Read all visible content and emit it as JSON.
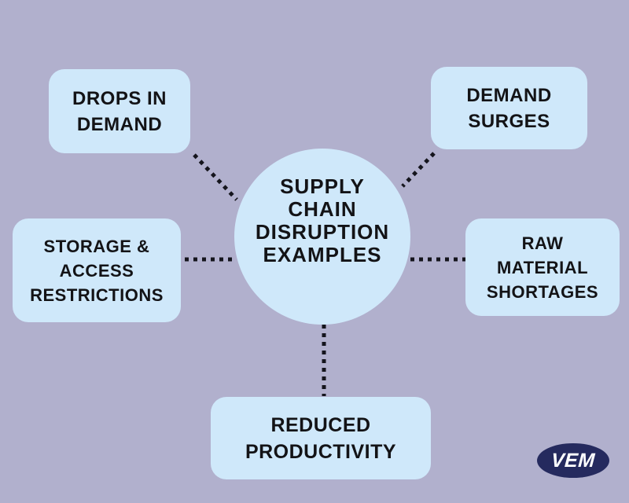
{
  "title": "Supply Chain Disruption Examples",
  "colors": {
    "background": "#b1b0cd",
    "node_fill": "#cfe8fa",
    "text": "#131316",
    "connector": "#15151d",
    "logo_bg": "#252a5e",
    "logo_text": "#ffffff"
  },
  "center": {
    "label": "SUPPLY CHAIN DISRUPTION EXAMPLES",
    "lines": [
      "SUPPLY",
      "CHAIN",
      "DISRUPTION",
      "EXAMPLES"
    ]
  },
  "nodes": [
    {
      "id": "drops-in-demand",
      "label": "DROPS IN DEMAND",
      "lines": [
        "DROPS IN",
        "DEMAND"
      ]
    },
    {
      "id": "demand-surges",
      "label": "DEMAND SURGES",
      "lines": [
        "DEMAND",
        "SURGES"
      ]
    },
    {
      "id": "storage-access-restrictions",
      "label": "STORAGE & ACCESS RESTRICTIONS",
      "lines": [
        "STORAGE &",
        "ACCESS",
        "RESTRICTIONS"
      ]
    },
    {
      "id": "raw-material-shortages",
      "label": "RAW MATERIAL SHORTAGES",
      "lines": [
        "RAW",
        "MATERIAL",
        "SHORTAGES"
      ]
    },
    {
      "id": "reduced-productivity",
      "label": "REDUCED PRODUCTIVITY",
      "lines": [
        "REDUCED",
        "PRODUCTIVITY"
      ]
    }
  ],
  "connectors": [
    {
      "from": "center",
      "to": "drops-in-demand",
      "style": "dotted"
    },
    {
      "from": "center",
      "to": "demand-surges",
      "style": "dotted"
    },
    {
      "from": "center",
      "to": "storage-access-restrictions",
      "style": "dotted"
    },
    {
      "from": "center",
      "to": "raw-material-shortages",
      "style": "dotted"
    },
    {
      "from": "center",
      "to": "reduced-productivity",
      "style": "dotted"
    }
  ],
  "logo": {
    "text": "VEM"
  }
}
